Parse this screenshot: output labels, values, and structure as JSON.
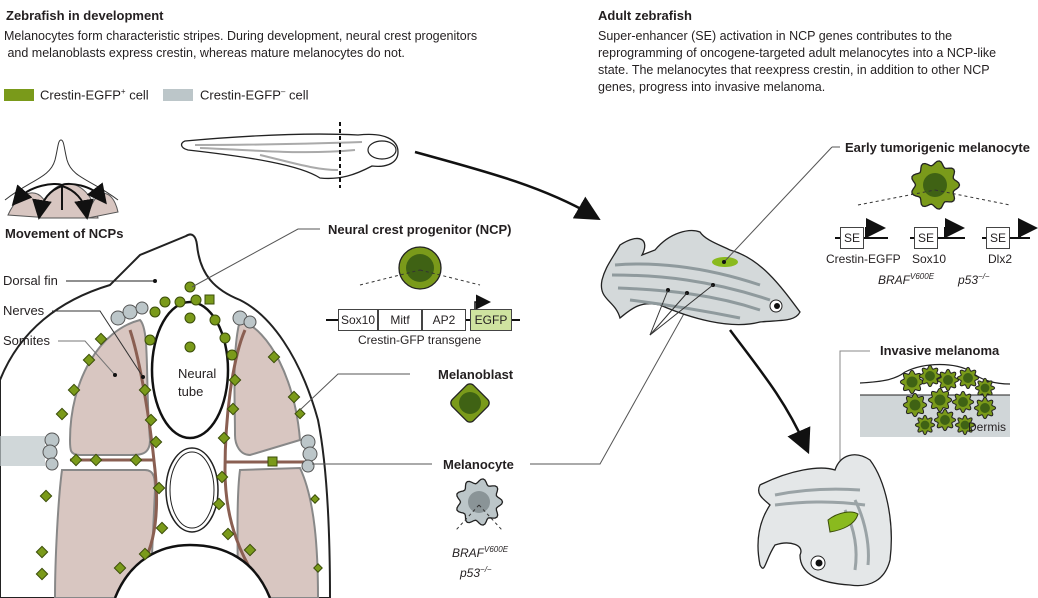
{
  "left_panel": {
    "title": "Zebrafish in development",
    "description_line1": "Melanocytes form characteristic stripes. During development, neural crest progenitors",
    "description_line2": " and melanoblasts express crestin, whereas mature melanocytes do not.",
    "legend": [
      {
        "label": "Crestin-EGFP",
        "sup": "+",
        "suffix": " cell",
        "color": "#7a9a1a"
      },
      {
        "label": "Crestin-EGFP",
        "sup": "–",
        "suffix": " cell",
        "color": "#bcc6c9"
      }
    ],
    "movement_label": "Movement of NCPs",
    "anatomy_labels": {
      "dorsal_fin": "Dorsal fin",
      "nerves": "Nerves",
      "somites": "Somites",
      "neural_tube_line1": "Neural",
      "neural_tube_line2": "tube"
    },
    "ncp": {
      "label": "Neural crest progenitor (NCP)",
      "genes": [
        "Sox10",
        "Mitf",
        "AP2",
        "EGFP"
      ],
      "transgene_label": "Crestin-GFP transgene"
    },
    "melanoblast_label": "Melanoblast",
    "melanocyte": {
      "label": "Melanocyte",
      "genotype_braf": "BRAF",
      "genotype_braf_sup": "V600E",
      "genotype_p53": "p53",
      "genotype_p53_sup": "−/−"
    }
  },
  "right_panel": {
    "title": "Adult zebrafish",
    "description_lines": [
      "Super-enhancer (SE) activation in NCP genes contributes to the",
      "reprogramming of oncogene-targeted adult melanocytes into a NCP-like",
      "state. The melanocytes that reexpress crestin, in addition to other NCP",
      "genes, progress into invasive melanoma."
    ],
    "early_tumor": {
      "label": "Early tumorigenic melanocyte",
      "se_label": "SE",
      "genes": [
        "Crestin-EGFP",
        "Sox10",
        "Dlx2"
      ],
      "genotype_braf": "BRAF",
      "genotype_braf_sup": "V600E",
      "genotype_p53": "p53",
      "genotype_p53_sup": "−/−"
    },
    "invasive": {
      "label": "Invasive melanoma",
      "dermis_label": "Dermis"
    }
  },
  "colors": {
    "crestin_positive": "#7a9a1a",
    "crestin_negative": "#bcc6c9",
    "nucleus_dark": "#3f6214",
    "somite": "#d8c6c1",
    "nerve": "#8a5f52",
    "egfp_box": "#cfe3a0"
  }
}
